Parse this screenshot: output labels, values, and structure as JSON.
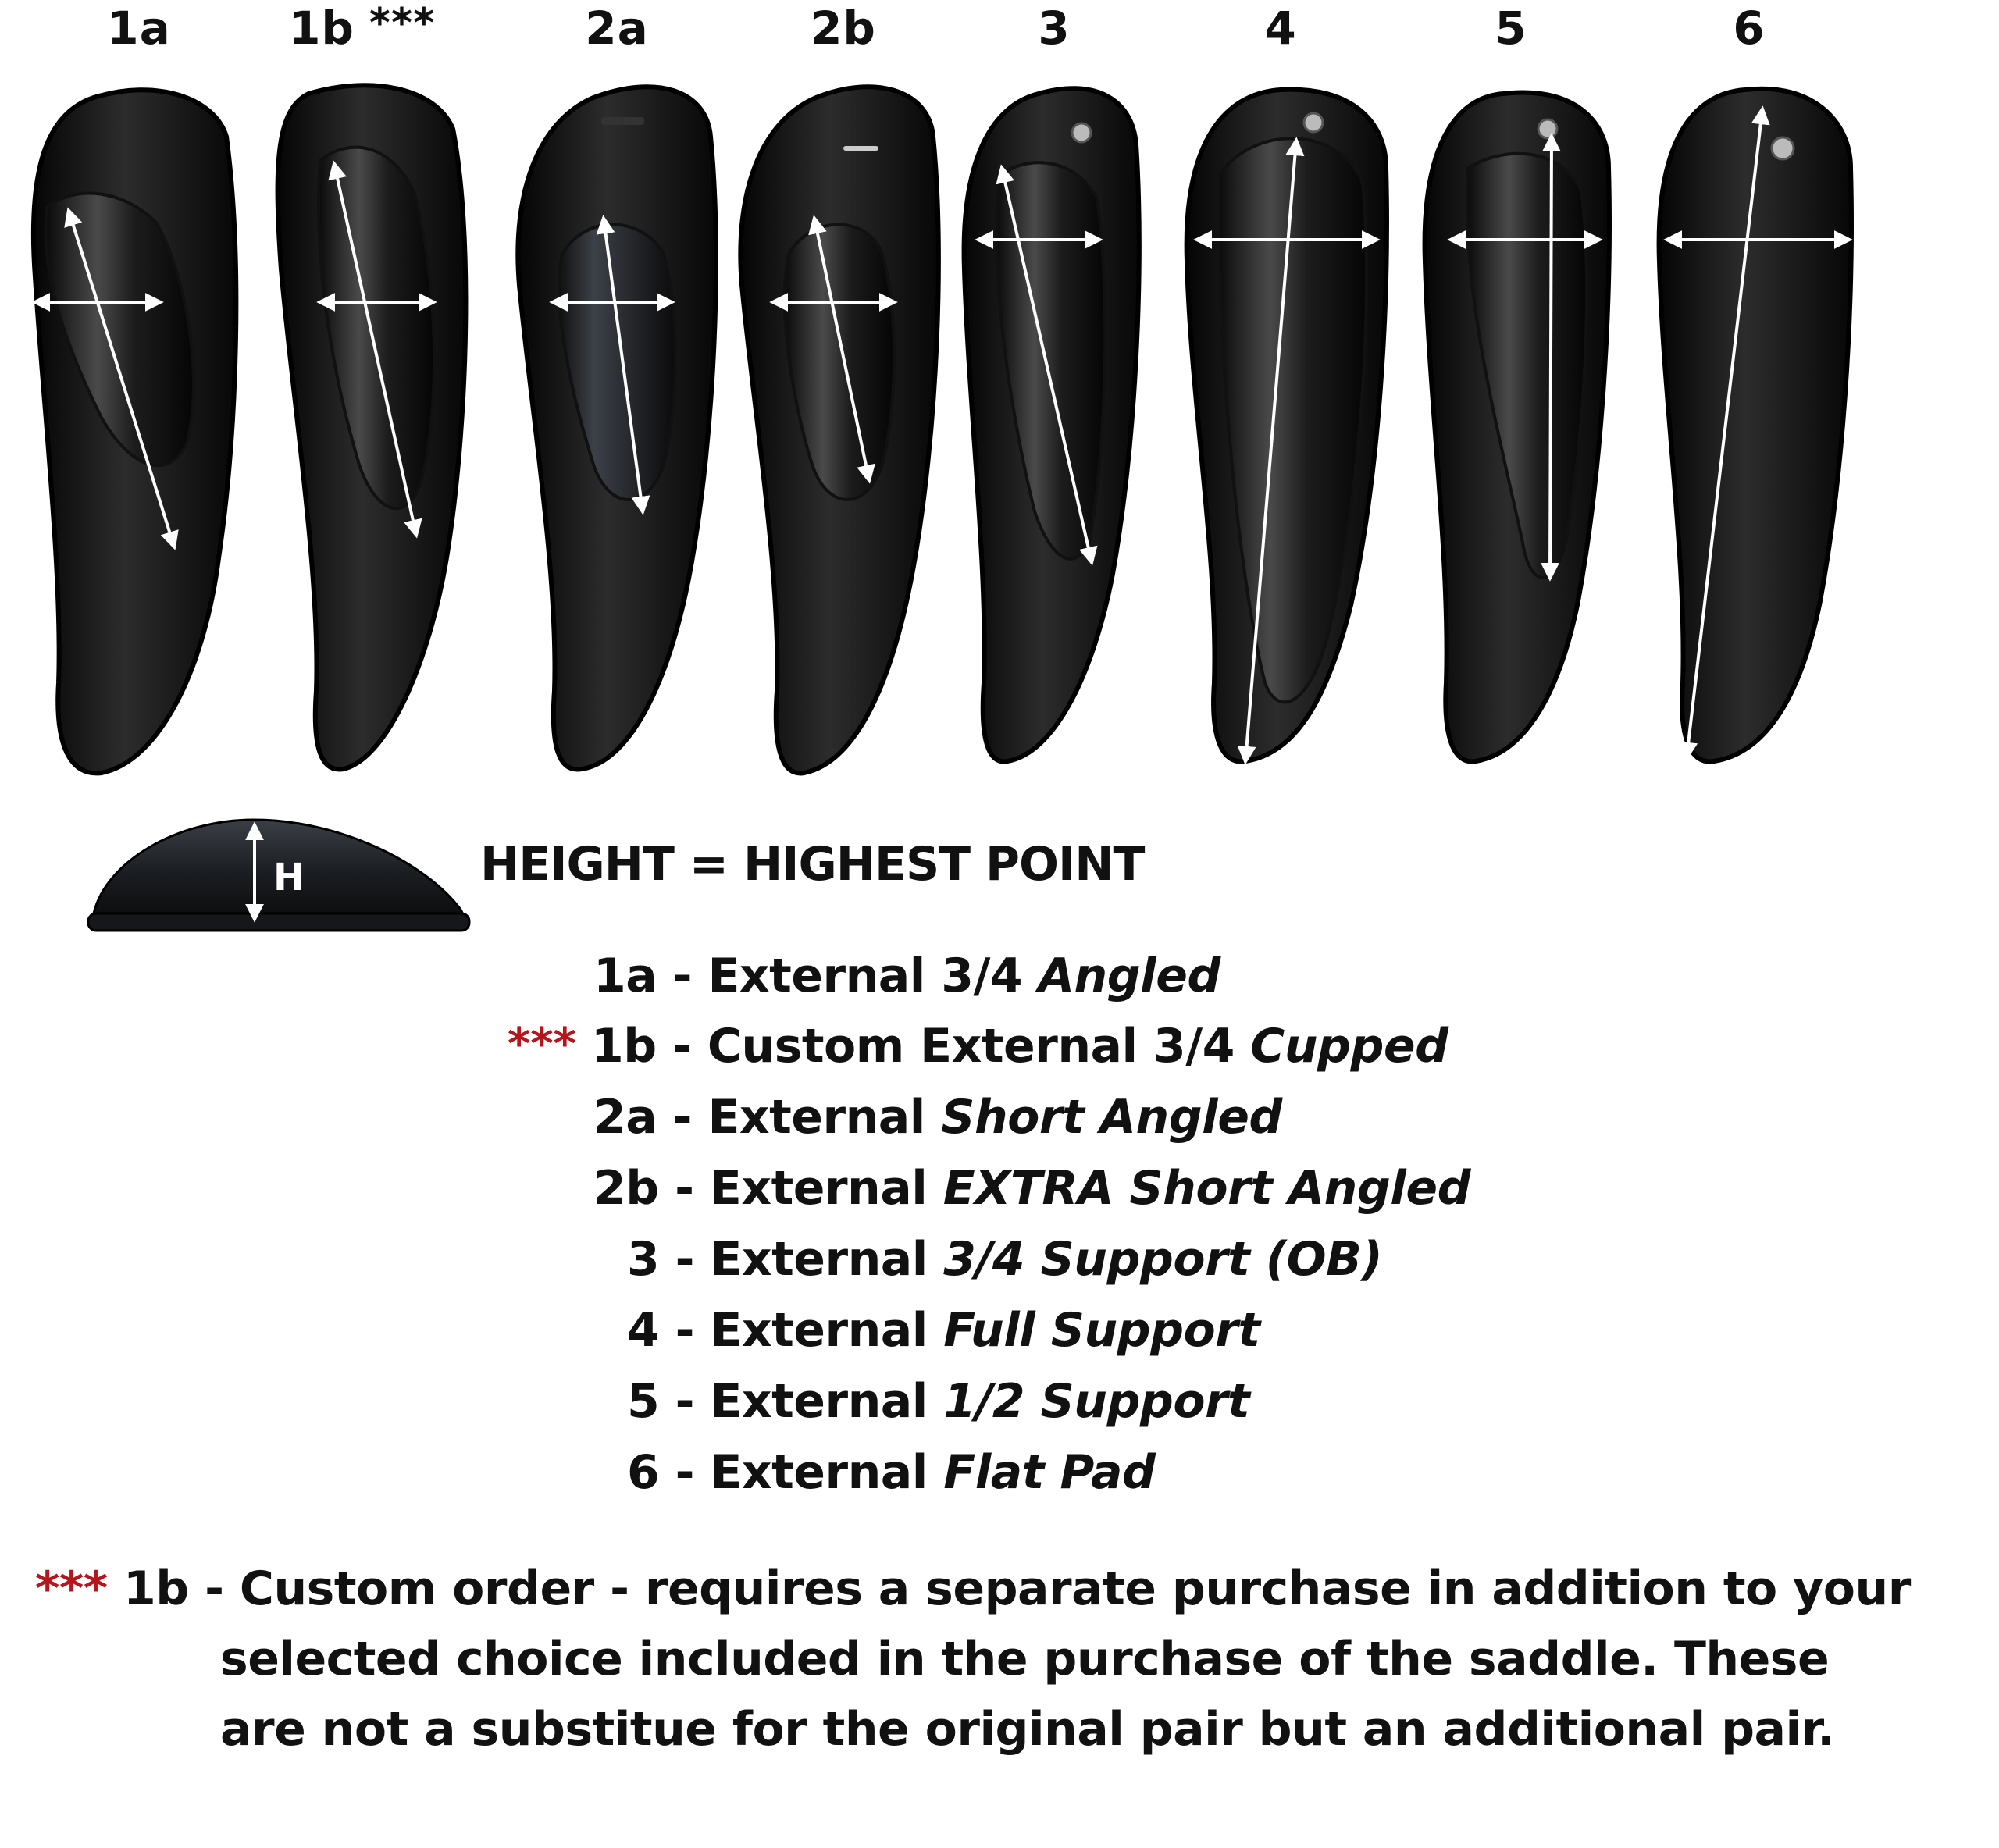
{
  "columns": [
    {
      "label": "1a"
    },
    {
      "label": "1b"
    },
    {
      "label": "2a"
    },
    {
      "label": "2b"
    },
    {
      "label": "3"
    },
    {
      "label": "4"
    },
    {
      "label": "5"
    },
    {
      "label": "6"
    }
  ],
  "custom_marker": "***",
  "height_figure": {
    "marker": "H",
    "caption": "HEIGHT = HIGHEST POINT"
  },
  "legend": [
    {
      "code": "1a",
      "type": "External 3/4",
      "style": "Angled",
      "starred": false
    },
    {
      "code": "1b",
      "type": "Custom External 3/4",
      "style": "Cupped",
      "starred": true
    },
    {
      "code": "2a",
      "type": "External",
      "style": "Short Angled",
      "starred": false
    },
    {
      "code": "2b",
      "type": "External",
      "style": "EXTRA Short Angled",
      "starred": false
    },
    {
      "code": "3",
      "type": "External",
      "style": "3/4 Support (OB)",
      "starred": false
    },
    {
      "code": "4",
      "type": "External",
      "style": "Full Support",
      "starred": false
    },
    {
      "code": "5",
      "type": "External",
      "style": "1/2 Support",
      "starred": false
    },
    {
      "code": "6",
      "type": "External",
      "style": "Flat Pad",
      "starred": false
    }
  ],
  "separator": " - ",
  "note": {
    "marker": "***",
    "lead": "1b - Custom order - requires a separate purchase in addition to your",
    "line2": "selected choice included in the purchase of the saddle. These",
    "line3": "are not a substitue for the original pair but an additional pair."
  },
  "colors": {
    "star_red": "#b3161c",
    "leather_dark": "#0e0e0e",
    "leather_mid": "#2a2a2a",
    "arrow": "#ffffff"
  }
}
